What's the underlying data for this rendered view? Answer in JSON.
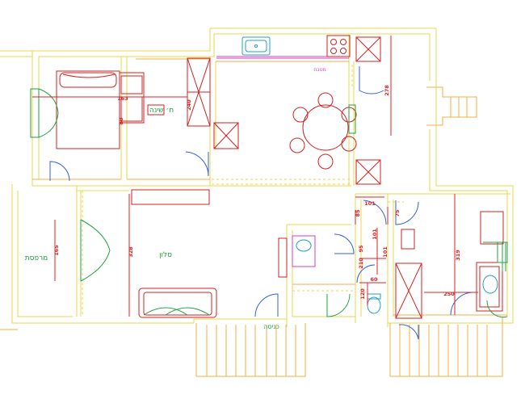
{
  "plan": {
    "room_labels": {
      "bedroom": "ח׳ שינה",
      "kitchen": "מטבח",
      "balcony": "מרפסת",
      "living": "סלון",
      "entrance": "כניסה"
    },
    "dimensions": {
      "d278": "278",
      "d240": "240",
      "d163": "163",
      "d80": "80",
      "d328": "328",
      "d165": "165",
      "d101a": "101",
      "d101b": "101",
      "d75": "75",
      "d95": "95",
      "d85": "85",
      "d101c": "101",
      "d210": "210",
      "d60": "60",
      "d120": "120",
      "d319": "319",
      "d250": "250"
    },
    "colors": {
      "outer_wall": "#e8d84a",
      "inner_wall": "#f0b040",
      "door": "#3060e0",
      "dimension": "#e02020",
      "furniture": "#d02020",
      "green_door": "#20a040",
      "magenta": "#d040c0",
      "cyan": "#20a0c0"
    }
  }
}
